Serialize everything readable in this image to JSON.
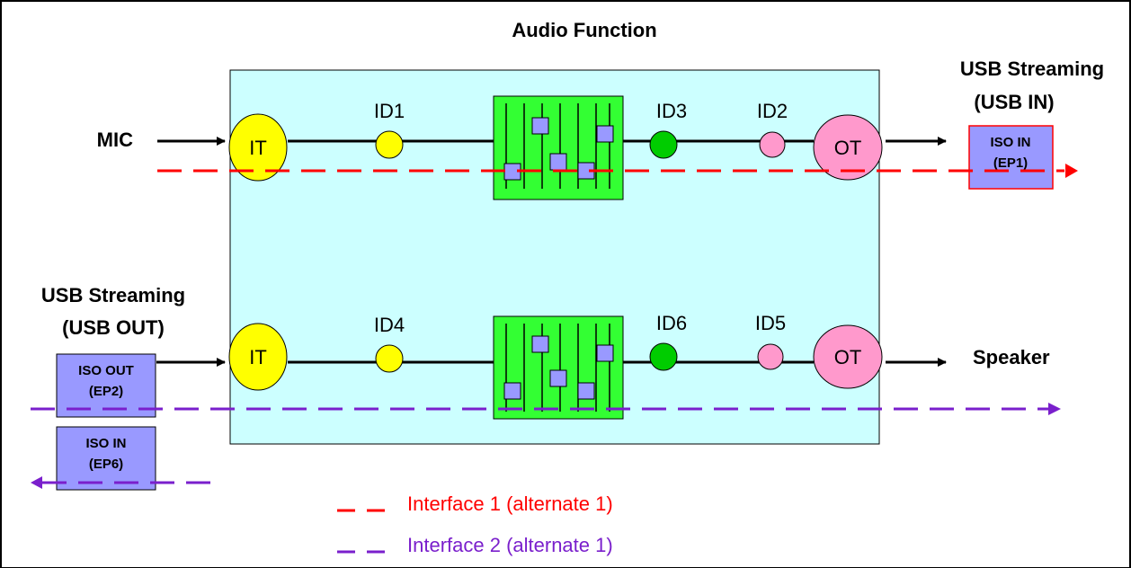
{
  "title": "Audio Function",
  "inputs": {
    "mic": "MIC",
    "usb_out": {
      "line1": "USB Streaming",
      "line2": "(USB OUT)"
    }
  },
  "outputs": {
    "usb_in": {
      "line1": "USB Streaming",
      "line2": "(USB IN)"
    },
    "speaker": "Speaker"
  },
  "terminals": {
    "it_top": "IT",
    "ot_top": "OT",
    "it_bottom": "IT",
    "ot_bottom": "OT"
  },
  "ids": {
    "id1": "ID1",
    "id2": "ID2",
    "id3": "ID3",
    "id4": "ID4",
    "id5": "ID5",
    "id6": "ID6"
  },
  "endpoints": {
    "iso_in_ep1": {
      "line1": "ISO IN",
      "line2": "(EP1)"
    },
    "iso_out_ep2": {
      "line1": "ISO OUT",
      "line2": "(EP2)"
    },
    "iso_in_ep6": {
      "line1": "ISO IN",
      "line2": "(EP6)"
    }
  },
  "legend": {
    "interface1": "Interface 1 (alternate 1)",
    "interface2": "Interface 2 (alternate 1)"
  },
  "colors": {
    "function_fill": "#ccffff",
    "input_terminal": "#ffff00",
    "output_terminal": "#ff99cc",
    "id1": "#ffff00",
    "id3": "#00cc00",
    "id2": "#ff99cc",
    "mixer_fill": "#33ff33",
    "slider_knob": "#9999ff",
    "endpoint_fill": "#9999ff",
    "interface1": "#ff0000",
    "interface2": "#7a1fcc",
    "legend_interface1_text": "#ff0000",
    "legend_interface2_text": "#7a1fcc"
  }
}
